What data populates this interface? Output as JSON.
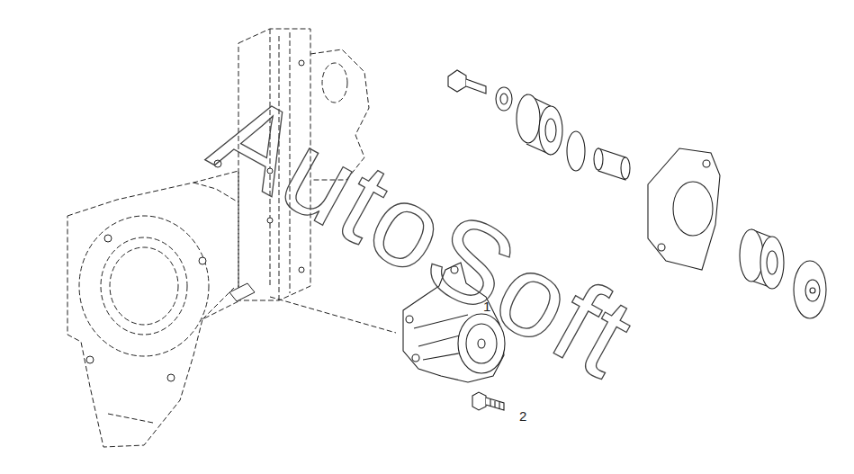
{
  "diagram": {
    "labels": [
      "AutoSoft",
      "1",
      "2"
    ]
  }
}
